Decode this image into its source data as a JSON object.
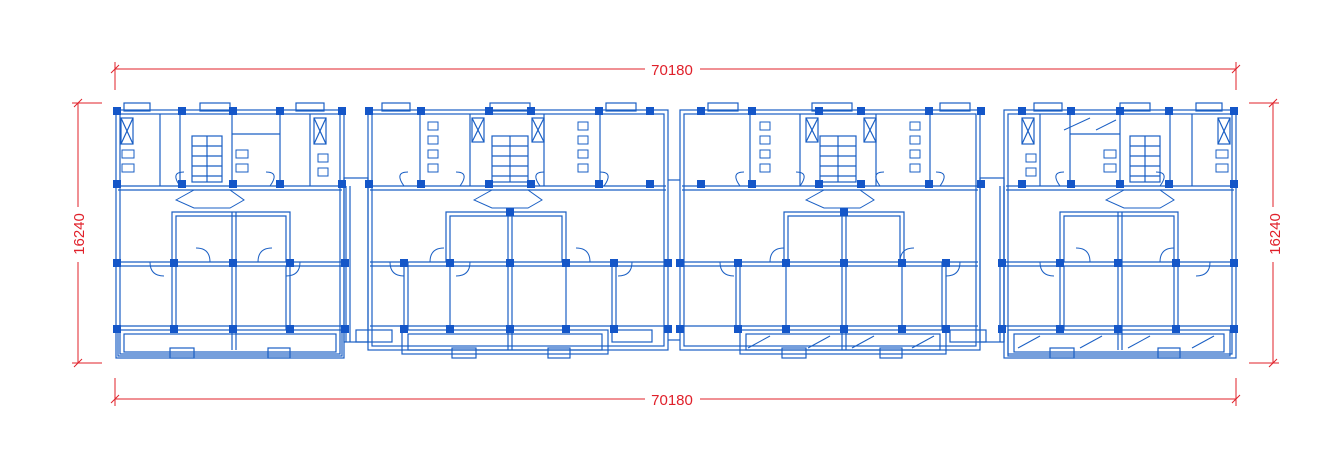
{
  "colors": {
    "background": "#ffffff",
    "plan": "#1a5fc4",
    "column": "#1456c8",
    "dimension": "#e0202a"
  },
  "dimensions": {
    "top_width": "70180",
    "bottom_width": "70180",
    "left_depth": "16240",
    "right_depth": "16240"
  }
}
